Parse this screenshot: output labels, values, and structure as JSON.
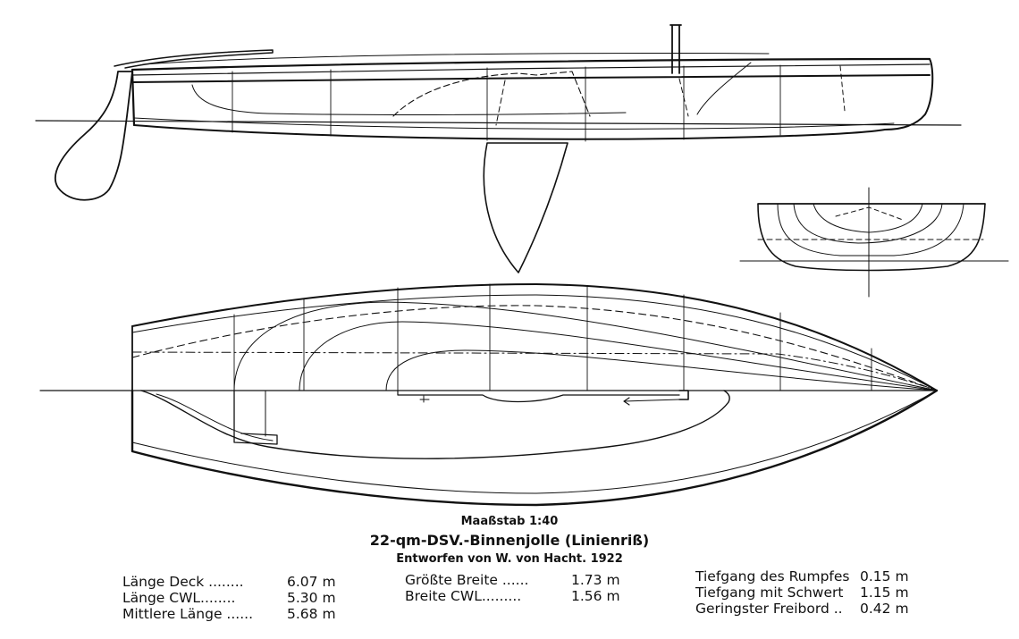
{
  "caption": {
    "scale": "Maaßstab 1:40",
    "title": "22-qm-DSV.-Binnenjolle (Linienriß)",
    "designer": "Entworfen von W. von Hacht. 1922"
  },
  "specs": {
    "col1": [
      {
        "label": "Länge Deck ........",
        "value": "6.07 m"
      },
      {
        "label": "Länge CWL........",
        "value": "5.30 m"
      },
      {
        "label": "Mittlere Länge ......",
        "value": "5.68 m"
      }
    ],
    "col2": [
      {
        "label": "Größte Breite ......",
        "value": "1.73 m"
      },
      {
        "label": "Breite CWL.........",
        "value": "1.56 m"
      }
    ],
    "col3": [
      {
        "label": "Tiefgang des Rumpfes",
        "value": "0.15 m"
      },
      {
        "label": "Tiefgang mit Schwert",
        "value": "1.15 m"
      },
      {
        "label": "Geringster Freibord ..",
        "value": "0.42 m"
      }
    ]
  },
  "views": [
    "profile-view",
    "body-plan-view",
    "half-breadth-plan-view"
  ]
}
